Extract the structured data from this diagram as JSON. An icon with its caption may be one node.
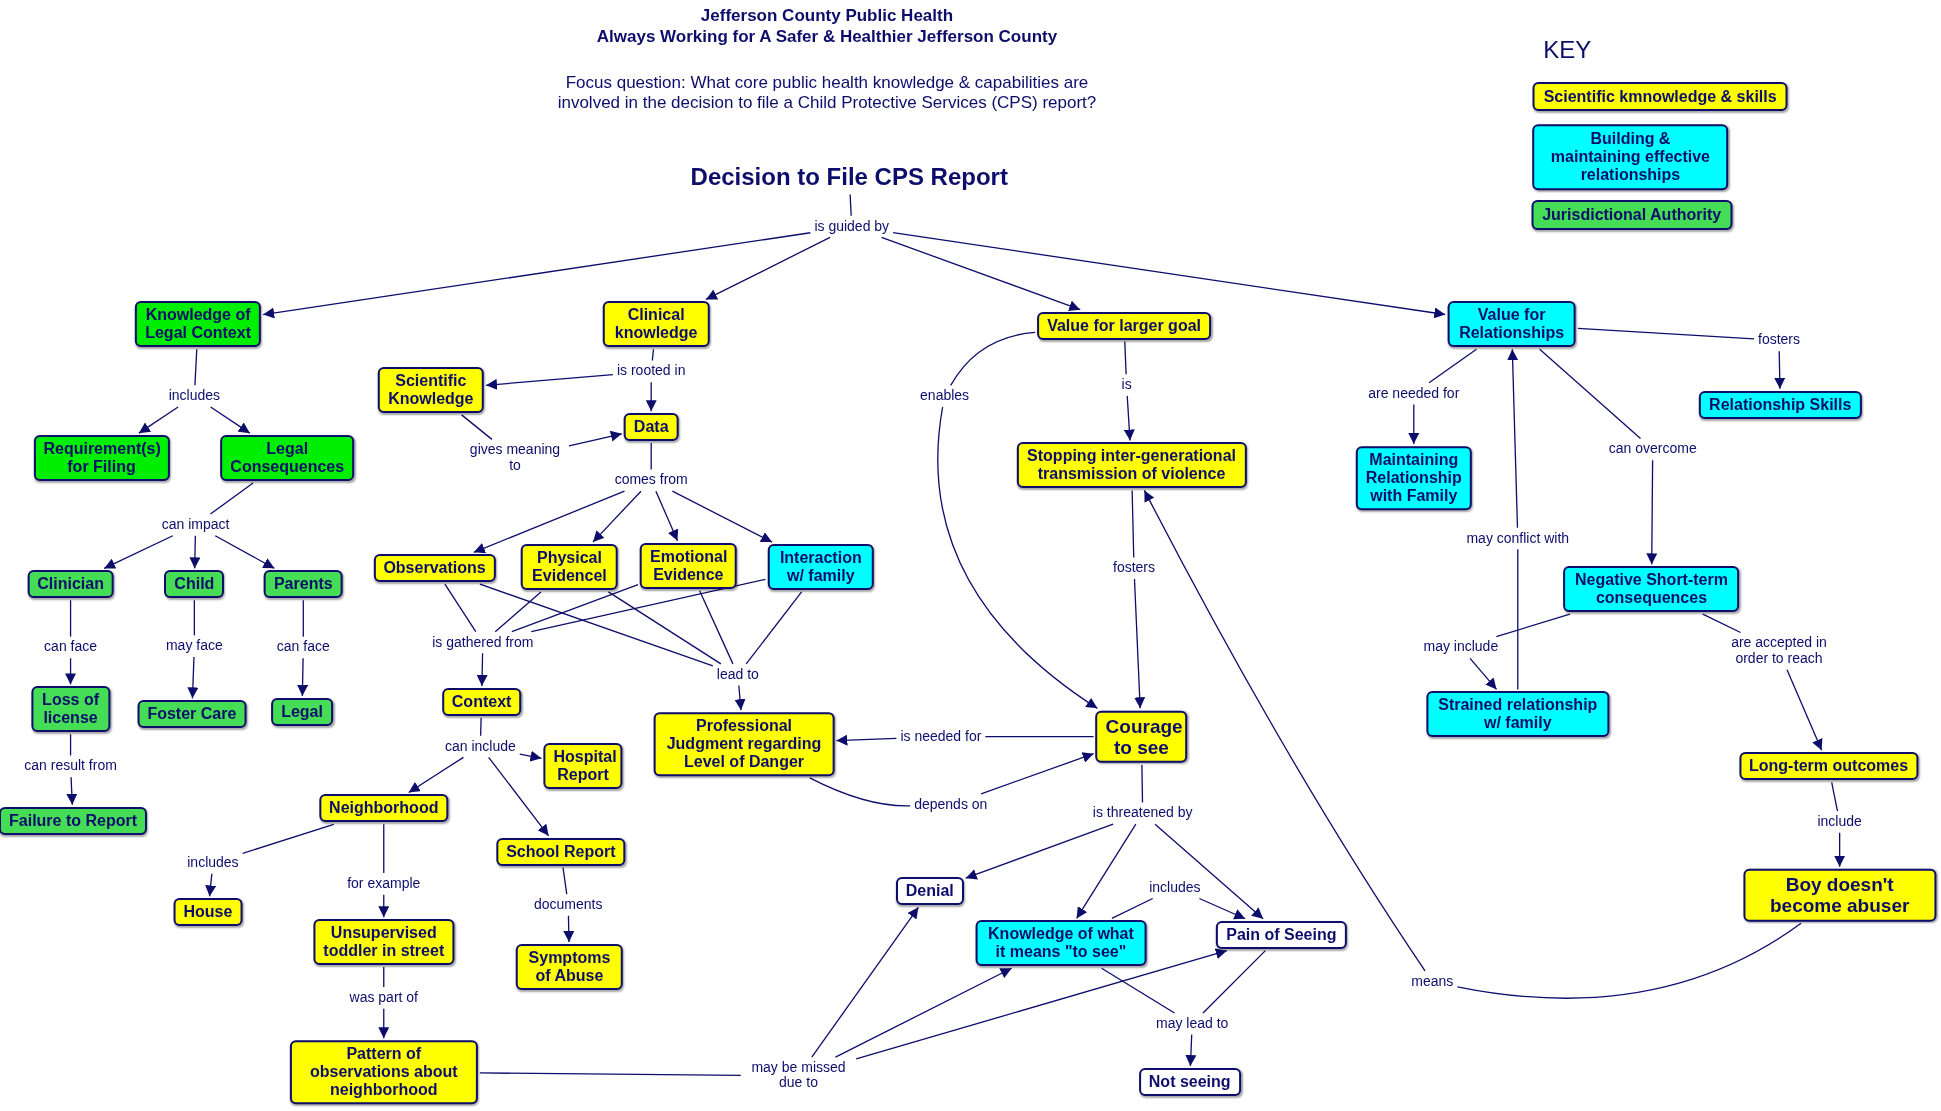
{
  "diagram": {
    "nodes": [
      {
        "text": [
          "Decision to File CPS Report"
        ]
      },
      {
        "text": [
          "is guided by"
        ]
      },
      {
        "text": [
          "Knowledge of Legal Context"
        ]
      },
      {
        "text": [
          "Clinical knowledge"
        ]
      },
      {
        "text": [
          "Value for larger goal"
        ]
      },
      {
        "text": [
          "Value for Relationships"
        ]
      },
      {
        "text": [
          "includes"
        ]
      },
      {
        "text": [
          "Requirement(s) for Filing"
        ]
      },
      {
        "text": [
          "Legal Consequences"
        ]
      },
      {
        "text": [
          "can impact"
        ]
      },
      {
        "text": [
          "Clinician"
        ]
      },
      {
        "text": [
          "Child"
        ]
      },
      {
        "text": [
          "Parents"
        ]
      },
      {
        "text": [
          "can face"
        ]
      },
      {
        "text": [
          "may face"
        ]
      },
      {
        "text": [
          "can face"
        ]
      },
      {
        "text": [
          "Loss of license"
        ]
      },
      {
        "text": [
          "Foster Care"
        ]
      },
      {
        "text": [
          "Legal"
        ]
      },
      {
        "text": [
          "can result from"
        ]
      },
      {
        "text": [
          "Failure to Report"
        ]
      },
      {
        "text": [
          "is rooted in"
        ]
      },
      {
        "text": [
          "Scientific Knowledge"
        ]
      },
      {
        "text": [
          "Data"
        ]
      },
      {
        "text": [
          "gives meaning to"
        ]
      },
      {
        "text": [
          "comes from"
        ]
      },
      {
        "text": [
          "Observations"
        ]
      },
      {
        "text": [
          "Physical Evidencel"
        ]
      },
      {
        "text": [
          "Emotional Evidence"
        ]
      },
      {
        "text": [
          "Interaction w/ family"
        ]
      },
      {
        "text": [
          "is gathered from"
        ]
      },
      {
        "text": [
          "lead to"
        ]
      },
      {
        "text": [
          "Context"
        ]
      },
      {
        "text": [
          "Professional Judgment regarding Level of Danger"
        ]
      },
      {
        "text": [
          "can include"
        ]
      },
      {
        "text": [
          "Hospital Report"
        ]
      },
      {
        "text": [
          "Neighborhood"
        ]
      },
      {
        "text": [
          "School Report"
        ]
      },
      {
        "text": [
          "includes"
        ]
      },
      {
        "text": [
          "for example"
        ]
      },
      {
        "text": [
          "House"
        ]
      },
      {
        "text": [
          "documents"
        ]
      },
      {
        "text": [
          "Unsupervised toddler in street"
        ]
      },
      {
        "text": [
          "Symptoms of Abuse"
        ]
      },
      {
        "text": [
          "was part of"
        ]
      },
      {
        "text": [
          "Pattern of observations about neighborhood"
        ]
      },
      {
        "text": [
          "may be missed due to"
        ]
      },
      {
        "text": [
          "is"
        ]
      },
      {
        "text": [
          "enables"
        ]
      },
      {
        "text": [
          "Stopping inter-generational transmission of violence"
        ]
      },
      {
        "text": [
          "fosters"
        ]
      },
      {
        "text": [
          "Courage to see"
        ]
      },
      {
        "text": [
          "is needed for"
        ]
      },
      {
        "text": [
          "depends on"
        ]
      },
      {
        "text": [
          "is threatened by"
        ]
      },
      {
        "text": [
          "Denial"
        ]
      },
      {
        "text": [
          "includes"
        ]
      },
      {
        "text": [
          "Knowledge of what it means \"to see\""
        ]
      },
      {
        "text": [
          "Pain of Seeing"
        ]
      },
      {
        "text": [
          "may lead to"
        ]
      },
      {
        "text": [
          "Not seeing"
        ]
      },
      {
        "text": [
          "are needed for"
        ]
      },
      {
        "text": [
          "fosters"
        ]
      },
      {
        "text": [
          "Relationship Skills"
        ]
      },
      {
        "text": [
          "Maintaining Relationship with Family"
        ]
      },
      {
        "text": [
          "can overcome"
        ]
      },
      {
        "text": [
          "may conflict with"
        ]
      },
      {
        "text": [
          "Negative Short-term consequences"
        ]
      },
      {
        "text": [
          "may include"
        ]
      },
      {
        "text": [
          "are accepted in order to reach"
        ]
      },
      {
        "text": [
          "Strained relationship w/ family"
        ]
      },
      {
        "text": [
          "Long-term outcomes"
        ]
      },
      {
        "text": [
          "include"
        ]
      },
      {
        "text": [
          "Boy doesn't become abuser"
        ]
      },
      {
        "text": [
          "means"
        ]
      }
    ],
    "edges": [
      {
        "from": 0,
        "to": 1,
        "arrow": "none"
      },
      {
        "from": 1,
        "to": 2,
        "arrow": "to"
      },
      {
        "from": 1,
        "to": 3,
        "arrow": "to"
      },
      {
        "from": 1,
        "to": 4,
        "arrow": "to"
      },
      {
        "from": 1,
        "to": 5,
        "arrow": "to"
      },
      {
        "from": 2,
        "to": 6,
        "arrow": "none"
      },
      {
        "from": 6,
        "to": 7,
        "arrow": "to"
      },
      {
        "from": 6,
        "to": 8,
        "arrow": "to"
      },
      {
        "from": 8,
        "to": 9,
        "arrow": "none"
      },
      {
        "from": 9,
        "to": 10,
        "arrow": "to"
      },
      {
        "from": 9,
        "to": 11,
        "arrow": "to"
      },
      {
        "from": 9,
        "to": 12,
        "arrow": "to"
      },
      {
        "from": 10,
        "to": 13,
        "arrow": "none"
      },
      {
        "from": 13,
        "to": 16,
        "arrow": "to"
      },
      {
        "from": 11,
        "to": 14,
        "arrow": "none"
      },
      {
        "from": 14,
        "to": 17,
        "arrow": "to"
      },
      {
        "from": 12,
        "to": 15,
        "arrow": "none"
      },
      {
        "from": 15,
        "to": 18,
        "arrow": "to"
      },
      {
        "from": 16,
        "to": 19,
        "arrow": "none"
      },
      {
        "from": 19,
        "to": 20,
        "arrow": "to"
      },
      {
        "from": 3,
        "to": 21,
        "arrow": "none"
      },
      {
        "from": 21,
        "to": 22,
        "arrow": "to"
      },
      {
        "from": 21,
        "to": 23,
        "arrow": "to"
      },
      {
        "from": 22,
        "to": 24,
        "arrow": "none"
      },
      {
        "from": 24,
        "to": 23,
        "arrow": "to"
      },
      {
        "from": 23,
        "to": 25,
        "arrow": "none"
      },
      {
        "from": 25,
        "to": 26,
        "arrow": "to"
      },
      {
        "from": 25,
        "to": 27,
        "arrow": "to"
      },
      {
        "from": 25,
        "to": 28,
        "arrow": "to"
      },
      {
        "from": 25,
        "to": 29,
        "arrow": "to"
      },
      {
        "from": 26,
        "to": 30,
        "arrow": "none"
      },
      {
        "from": 27,
        "to": 30,
        "arrow": "none"
      },
      {
        "from": 28,
        "to": 30,
        "arrow": "none"
      },
      {
        "from": 29,
        "to": 30,
        "arrow": "none"
      },
      {
        "from": 30,
        "to": 32,
        "arrow": "to"
      },
      {
        "from": 26,
        "to": 31,
        "arrow": "none"
      },
      {
        "from": 27,
        "to": 31,
        "arrow": "none"
      },
      {
        "from": 28,
        "to": 31,
        "arrow": "none"
      },
      {
        "from": 29,
        "to": 31,
        "arrow": "none"
      },
      {
        "from": 31,
        "to": 33,
        "arrow": "to"
      },
      {
        "from": 32,
        "to": 34,
        "arrow": "none"
      },
      {
        "from": 34,
        "to": 35,
        "arrow": "to"
      },
      {
        "from": 34,
        "to": 36,
        "arrow": "to"
      },
      {
        "from": 34,
        "to": 37,
        "arrow": "to"
      },
      {
        "from": 36,
        "to": 38,
        "arrow": "none"
      },
      {
        "from": 38,
        "to": 40,
        "arrow": "to"
      },
      {
        "from": 36,
        "to": 39,
        "arrow": "none"
      },
      {
        "from": 39,
        "to": 42,
        "arrow": "to"
      },
      {
        "from": 37,
        "to": 41,
        "arrow": "none"
      },
      {
        "from": 41,
        "to": 43,
        "arrow": "to"
      },
      {
        "from": 42,
        "to": 44,
        "arrow": "none"
      },
      {
        "from": 44,
        "to": 45,
        "arrow": "to"
      },
      {
        "from": 45,
        "to": 46,
        "arrow": "none"
      },
      {
        "from": 46,
        "to": 55,
        "arrow": "to"
      },
      {
        "from": 46,
        "to": 57,
        "arrow": "to"
      },
      {
        "from": 46,
        "to": 58,
        "arrow": "to"
      },
      {
        "from": 4,
        "to": 47,
        "arrow": "none"
      },
      {
        "from": 47,
        "to": 49,
        "arrow": "to"
      },
      {
        "from": 4,
        "to": 48,
        "arrow": "none"
      },
      {
        "from": 48,
        "to": 51,
        "arrow": "to"
      },
      {
        "from": 49,
        "to": 50,
        "arrow": "none"
      },
      {
        "from": 50,
        "to": 51,
        "arrow": "to"
      },
      {
        "from": 51,
        "to": 52,
        "arrow": "none"
      },
      {
        "from": 52,
        "to": 33,
        "arrow": "to"
      },
      {
        "from": 33,
        "to": 53,
        "arrow": "none"
      },
      {
        "from": 53,
        "to": 51,
        "arrow": "to"
      },
      {
        "from": 51,
        "to": 54,
        "arrow": "none"
      },
      {
        "from": 54,
        "to": 55,
        "arrow": "to"
      },
      {
        "from": 54,
        "to": 57,
        "arrow": "to"
      },
      {
        "from": 54,
        "to": 58,
        "arrow": "to"
      },
      {
        "from": 57,
        "to": 56,
        "arrow": "none"
      },
      {
        "from": 56,
        "to": 58,
        "arrow": "to"
      },
      {
        "from": 57,
        "to": 59,
        "arrow": "none"
      },
      {
        "from": 58,
        "to": 59,
        "arrow": "none"
      },
      {
        "from": 59,
        "to": 60,
        "arrow": "to"
      },
      {
        "from": 73,
        "to": 74,
        "arrow": "none"
      },
      {
        "from": 74,
        "to": 49,
        "arrow": "to"
      },
      {
        "from": 5,
        "to": 61,
        "arrow": "none"
      },
      {
        "from": 61,
        "to": 64,
        "arrow": "to"
      },
      {
        "from": 5,
        "to": 62,
        "arrow": "none"
      },
      {
        "from": 62,
        "to": 63,
        "arrow": "to"
      },
      {
        "from": 5,
        "to": 65,
        "arrow": "none"
      },
      {
        "from": 65,
        "to": 67,
        "arrow": "to"
      },
      {
        "from": 70,
        "to": 66,
        "arrow": "none"
      },
      {
        "from": 66,
        "to": 5,
        "arrow": "to"
      },
      {
        "from": 67,
        "to": 68,
        "arrow": "none"
      },
      {
        "from": 68,
        "to": 70,
        "arrow": "to"
      },
      {
        "from": 67,
        "to": 69,
        "arrow": "none"
      },
      {
        "from": 69,
        "to": 71,
        "arrow": "to"
      },
      {
        "from": 71,
        "to": 72,
        "arrow": "none"
      },
      {
        "from": 72,
        "to": 73,
        "arrow": "to"
      }
    ],
    "labels": [
      "Jefferson County Public Health",
      "Always Working for A Safer & Healthier Jefferson County",
      "Focus question: What core public health knowledge & capabilities are involved in the decision to file a Child Protective Services (CPS) report?",
      "KEY"
    ],
    "legend": [
      {
        "text": "Scientific kmnowledge & skills",
        "color": "#ffff00"
      },
      {
        "text": "Building & maintaining effective relationships",
        "color": "#00ffff"
      },
      {
        "text": "Jurisdictional Authority",
        "color": "#44dd55"
      }
    ]
  }
}
